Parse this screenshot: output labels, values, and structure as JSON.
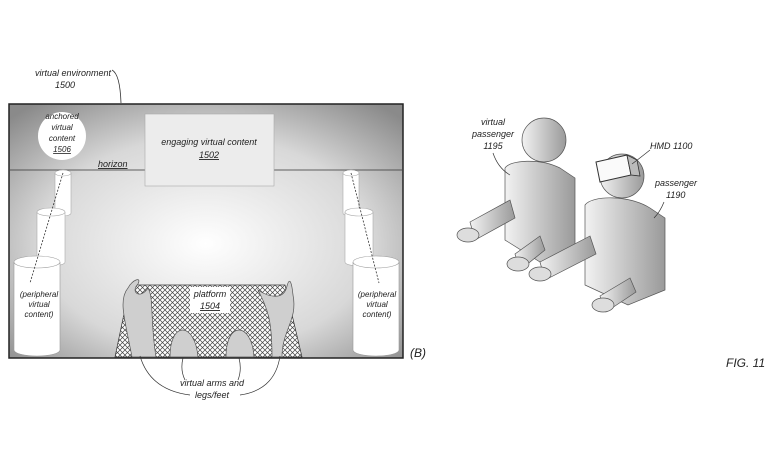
{
  "left_panel": {
    "env_label": "virtual environment",
    "env_ref": "1500",
    "anchored_lines": [
      "anchored",
      "virtual",
      "content"
    ],
    "anchored_ref": "1506",
    "engaging_label": "engaging virtual content",
    "engaging_ref": "1502",
    "horizon_label": "horizon",
    "platform_label": "platform",
    "platform_ref": "1504",
    "peripheral_left": [
      "(peripheral",
      "virtual",
      "content)"
    ],
    "peripheral_right": [
      "(peripheral",
      "virtual",
      "content)"
    ],
    "limbs_label_lines": [
      "virtual arms and",
      "legs/feet"
    ],
    "panel_tag": "(B)"
  },
  "right_panel": {
    "virtual_passenger_lines": [
      "virtual",
      "passenger",
      "1195"
    ],
    "hmd_label": "HMD 1100",
    "passenger_lines": [
      "passenger",
      "1190"
    ]
  },
  "figure_label": "FIG. 11"
}
